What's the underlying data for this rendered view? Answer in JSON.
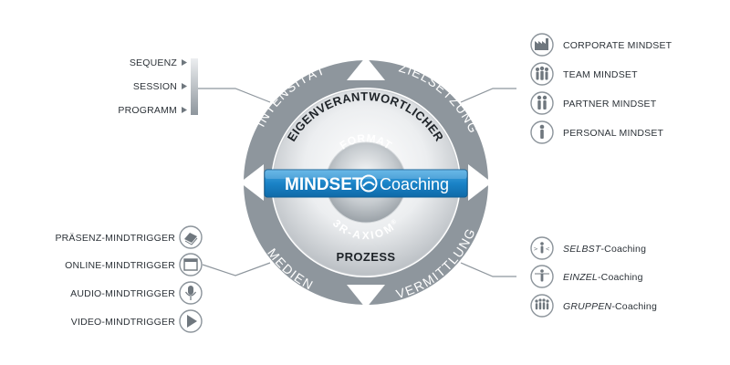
{
  "center": {
    "brand_main": "MINDSET",
    "brand_accent": "Coaching",
    "top_arc": "EIGENVERANTWORTLICHER",
    "bottom_label": "PROZESS",
    "format_label": "FORMAT",
    "axiom_label": "3R-AXIOM",
    "axiom_mark": "®"
  },
  "ring": {
    "top_left": "INTENSITÄT",
    "top_right": "ZIELSETZUNG",
    "bottom_left": "MEDIEN",
    "bottom_right": "VERMITTLUNG"
  },
  "intensity": {
    "items": [
      "SEQUENZ",
      "SESSION",
      "PROGRAMM"
    ]
  },
  "goals": {
    "items": [
      {
        "label": "CORPORATE MINDSET",
        "icon": "factory-icon"
      },
      {
        "label": "TEAM MINDSET",
        "icon": "team-icon"
      },
      {
        "label": "PARTNER MINDSET",
        "icon": "partner-icon"
      },
      {
        "label": "PERSONAL MINDSET",
        "icon": "person-icon"
      }
    ]
  },
  "media": {
    "items": [
      {
        "label": "PRÄSENZ-MINDTRIGGER",
        "icon": "book-icon"
      },
      {
        "label": "ONLINE-MINDTRIGGER",
        "icon": "browser-icon"
      },
      {
        "label": "AUDIO-MINDTRIGGER",
        "icon": "microphone-icon"
      },
      {
        "label": "VIDEO-MINDTRIGGER",
        "icon": "play-icon"
      }
    ]
  },
  "delivery": {
    "items": [
      {
        "label_italic": "SELBST",
        "label_rest": "-Coaching",
        "icon": "self-coaching-icon"
      },
      {
        "label_italic": "EINZEL",
        "label_rest": "-Coaching",
        "icon": "single-coaching-icon"
      },
      {
        "label_italic": "GRUPPEN",
        "label_rest": "-Coaching",
        "icon": "group-coaching-icon"
      }
    ]
  },
  "colors": {
    "ring": "#8e969d",
    "ring_dark": "#6f777e",
    "brand_blue": "#1e8ed3",
    "text_dark": "#1e2328"
  }
}
